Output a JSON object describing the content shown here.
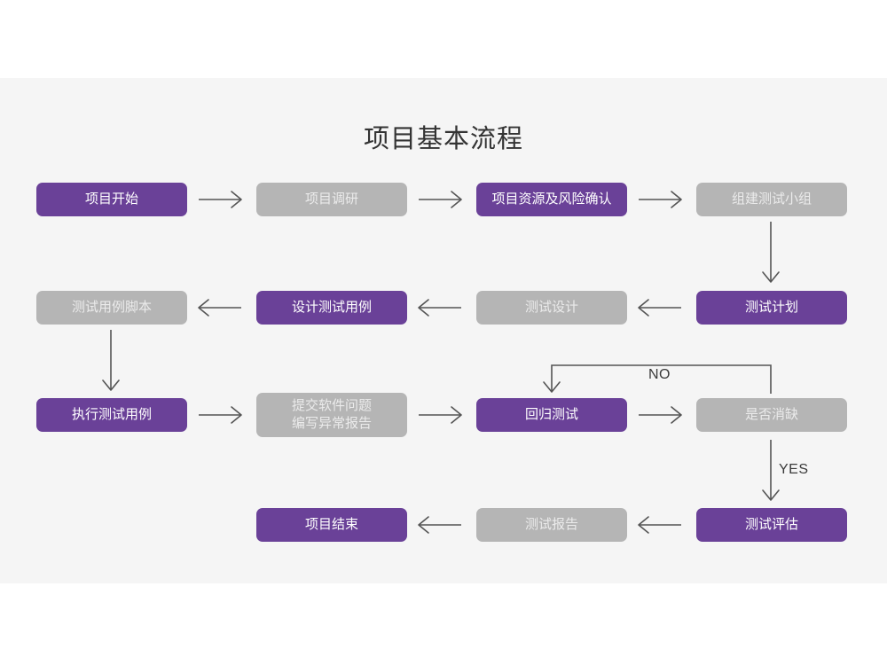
{
  "diagram": {
    "title": "项目基本流程",
    "colors": {
      "panel_background": "#f5f5f5",
      "page_background": "#ffffff",
      "accent_purple": "#6a4198",
      "neutral_gray": "#b5b5b5",
      "purple_text": "#ffffff",
      "gray_text": "#ebebeb",
      "edge": "#555555",
      "title_text": "#333333"
    },
    "nodes": [
      {
        "id": "n1",
        "label": "项目开始",
        "style": "purple",
        "row": 1
      },
      {
        "id": "n2",
        "label": "项目调研",
        "style": "gray",
        "row": 1
      },
      {
        "id": "n3",
        "label": "项目资源及风险确认",
        "style": "purple",
        "row": 1
      },
      {
        "id": "n4",
        "label": "组建测试小组",
        "style": "gray",
        "row": 1
      },
      {
        "id": "n5",
        "label": "测试用例脚本",
        "style": "gray",
        "row": 2
      },
      {
        "id": "n6",
        "label": "设计测试用例",
        "style": "purple",
        "row": 2
      },
      {
        "id": "n7",
        "label": "测试设计",
        "style": "gray",
        "row": 2
      },
      {
        "id": "n8",
        "label": "测试计划",
        "style": "purple",
        "row": 2
      },
      {
        "id": "n9",
        "label": "执行测试用例",
        "style": "purple",
        "row": 3
      },
      {
        "id": "n10",
        "label": "提交软件问题\n编写异常报告",
        "style": "gray",
        "row": 3
      },
      {
        "id": "n11",
        "label": "回归测试",
        "style": "purple",
        "row": 3
      },
      {
        "id": "n12",
        "label": "是否消缺",
        "style": "gray",
        "row": 3
      },
      {
        "id": "n13",
        "label": "项目结束",
        "style": "purple",
        "row": 4
      },
      {
        "id": "n14",
        "label": "测试报告",
        "style": "gray",
        "row": 4
      },
      {
        "id": "n15",
        "label": "测试评估",
        "style": "purple",
        "row": 4
      }
    ],
    "edge_labels": {
      "no": "NO",
      "yes": "YES"
    },
    "edges": [
      {
        "from": "n1",
        "to": "n2",
        "direction": "right"
      },
      {
        "from": "n2",
        "to": "n3",
        "direction": "right"
      },
      {
        "from": "n3",
        "to": "n4",
        "direction": "right"
      },
      {
        "from": "n4",
        "to": "n8",
        "direction": "down"
      },
      {
        "from": "n8",
        "to": "n7",
        "direction": "left"
      },
      {
        "from": "n7",
        "to": "n6",
        "direction": "left"
      },
      {
        "from": "n6",
        "to": "n5",
        "direction": "left"
      },
      {
        "from": "n5",
        "to": "n9",
        "direction": "down"
      },
      {
        "from": "n9",
        "to": "n10",
        "direction": "right"
      },
      {
        "from": "n10",
        "to": "n11",
        "direction": "right"
      },
      {
        "from": "n11",
        "to": "n12",
        "direction": "right"
      },
      {
        "from": "n12",
        "to": "n11",
        "direction": "loop-up",
        "label": "NO"
      },
      {
        "from": "n12",
        "to": "n15",
        "direction": "down",
        "label": "YES"
      },
      {
        "from": "n15",
        "to": "n14",
        "direction": "left"
      },
      {
        "from": "n14",
        "to": "n13",
        "direction": "left"
      }
    ]
  }
}
